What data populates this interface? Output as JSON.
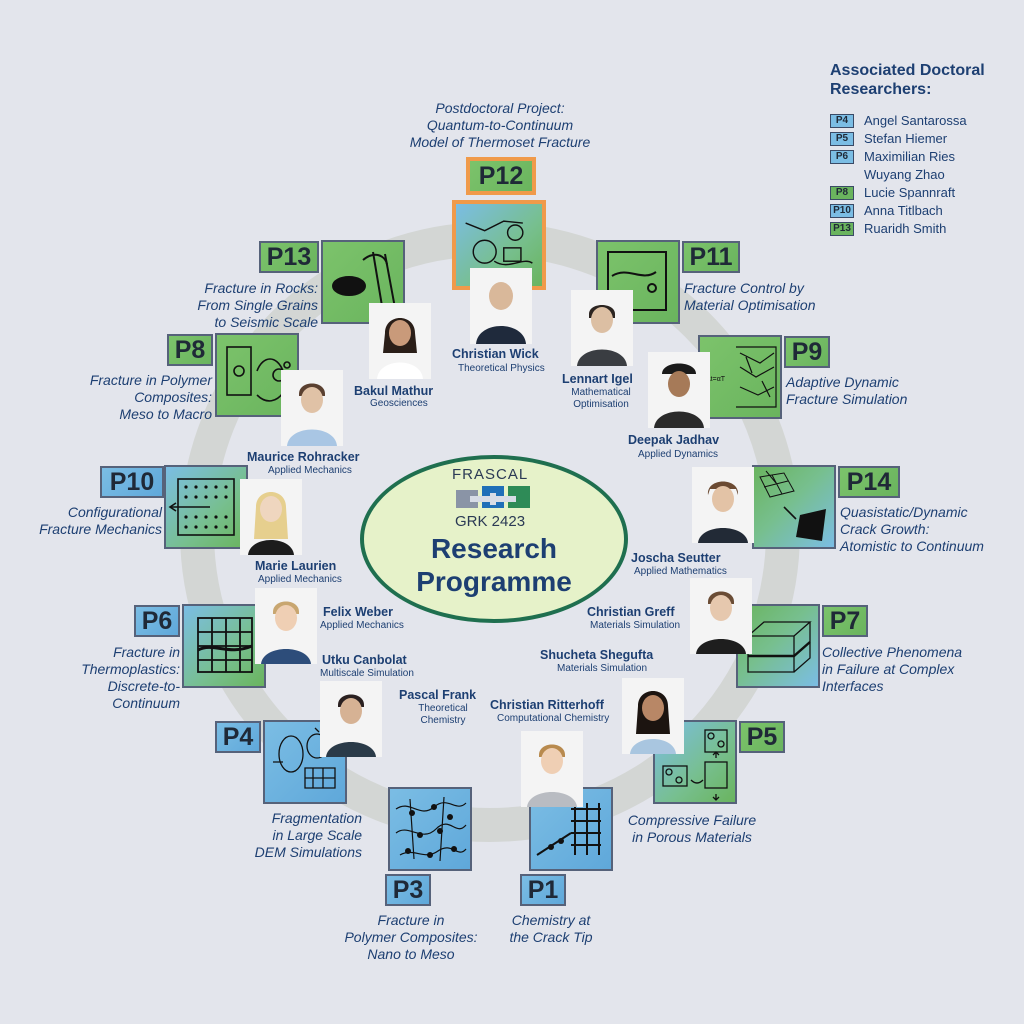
{
  "center": {
    "frascal": "FRASCAL",
    "grk": "GRK 2423",
    "line1": "Research",
    "line2": "Programme"
  },
  "associated": {
    "title": "Associated Doctoral\nResearchers:",
    "rows": [
      {
        "tag": "P4",
        "name": "Angel Santarossa",
        "color": "#7bbde4"
      },
      {
        "tag": "P5",
        "name": "Stefan Hiemer",
        "color": "#7bbde4"
      },
      {
        "tag": "P6",
        "name": "Maximilian Ries",
        "color": "#7bbde4"
      },
      {
        "tag": "",
        "name": "Wuyang Zhao",
        "color": ""
      },
      {
        "tag": "P8",
        "name": "Lucie Spannraft",
        "color": "#6ab45e"
      },
      {
        "tag": "P10",
        "name": "Anna Titlbach",
        "color": "#7bbde4"
      },
      {
        "tag": "P13",
        "name": "Ruaridh Smith",
        "color": "#6ab45e"
      }
    ]
  },
  "projects": {
    "p12": {
      "label": "P12",
      "text": "Postdoctoral Project:\nQuantum-to-Continuum\nModel of Thermoset Fracture"
    },
    "p13": {
      "label": "P13",
      "text": "Fracture in Rocks:\nFrom Single Grains\nto  Seismic Scale"
    },
    "p11": {
      "label": "P11",
      "text": "Fracture Control by\nMaterial Optimisation"
    },
    "p8": {
      "label": "P8",
      "text": "Fracture in Polymer\nComposites:\nMeso to Macro"
    },
    "p9": {
      "label": "P9",
      "text": "Adaptive Dynamic\nFracture Simulation"
    },
    "p10": {
      "label": "P10",
      "text": "Configurational\nFracture Mechanics"
    },
    "p14": {
      "label": "P14",
      "text": "Quasistatic/Dynamic\nCrack Growth:\nAtomistic to Continuum"
    },
    "p6": {
      "label": "P6",
      "text": "Fracture in\nThermoplastics:\nDiscrete-to-\nContinuum"
    },
    "p7": {
      "label": "P7",
      "text": "Collective Phenomena\nin Failure at Complex\nInterfaces"
    },
    "p4": {
      "label": "P4",
      "text": "Fragmentation\nin Large Scale\nDEM Simulations"
    },
    "p5": {
      "label": "P5",
      "text": "Compressive Failure\nin Porous Materials"
    },
    "p3": {
      "label": "P3",
      "text": "Fracture in\nPolymer Composites:\nNano to Meso"
    },
    "p1": {
      "label": "P1",
      "text": "Chemistry at\nthe Crack Tip"
    }
  },
  "people": {
    "wick": {
      "name": "Christian Wick",
      "role": "Theoretical Physics"
    },
    "mathur": {
      "name": "Bakul Mathur",
      "role": "Geosciences"
    },
    "igel": {
      "name": "Lennart Igel",
      "role": "Mathematical\nOptimisation"
    },
    "rohracker": {
      "name": "Maurice Rohracker",
      "role": "Applied Mechanics"
    },
    "jadhav": {
      "name": "Deepak Jadhav",
      "role": "Applied Dynamics"
    },
    "laurien": {
      "name": "Marie Laurien",
      "role": "Applied Mechanics"
    },
    "seutter": {
      "name": "Joscha Seutter",
      "role": "Applied Mathematics"
    },
    "weber": {
      "name": "Felix Weber",
      "role": "Applied Mechanics"
    },
    "greff": {
      "name": "Christian Greff",
      "role": "Materials Simulation"
    },
    "canbolat": {
      "name": "Utku Canbolat",
      "role": "Multiscale Simulation"
    },
    "shegufta": {
      "name": "Shucheta Shegufta",
      "role": "Materials Simulation"
    },
    "frank": {
      "name": "Pascal Frank",
      "role": "Theoretical\nChemistry"
    },
    "ritterhoff": {
      "name": "Christian Ritterhoff",
      "role": "Computational Chemistry"
    }
  }
}
